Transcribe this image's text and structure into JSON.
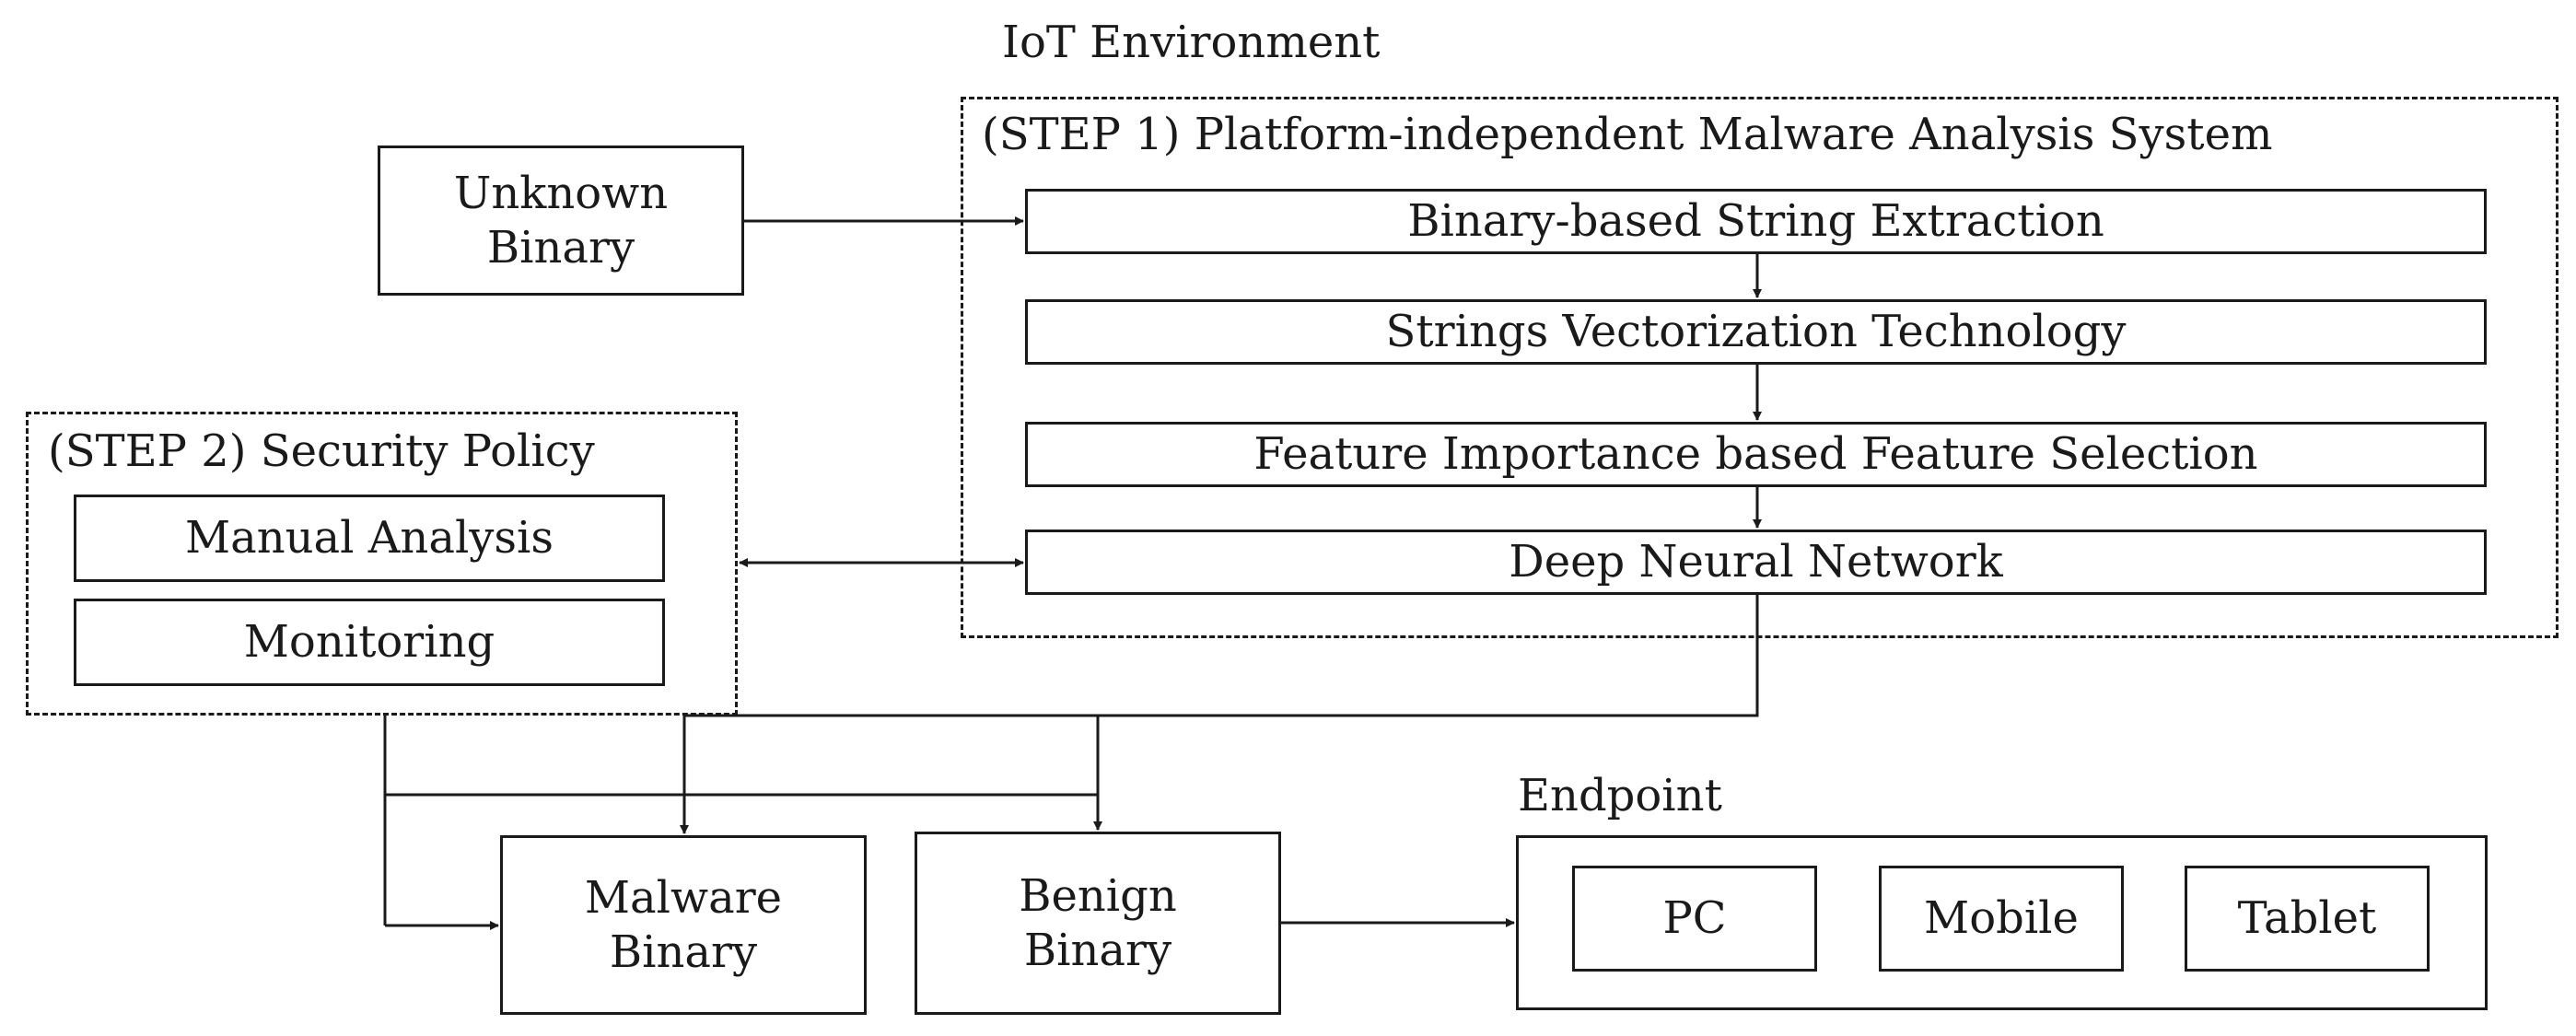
{
  "iot_label": "IoT Environment",
  "step1": {
    "title": "(STEP 1) Platform-independent Malware Analysis System",
    "boxes": [
      "Binary-based String Extraction",
      "Strings Vectorization Technology",
      "Feature Importance based Feature Selection",
      "Deep Neural Network"
    ]
  },
  "step2": {
    "title": "(STEP 2) Security Policy",
    "boxes": [
      "Manual Analysis",
      "Monitoring"
    ]
  },
  "unknown_binary": {
    "line1": "Unknown",
    "line2": "Binary"
  },
  "malware_binary": {
    "line1": "Malware",
    "line2": "Binary"
  },
  "benign_binary": {
    "line1": "Benign",
    "line2": "Binary"
  },
  "endpoint": {
    "title": "Endpoint",
    "devices": [
      "PC",
      "Mobile",
      "Tablet"
    ]
  },
  "line_color": "#1a1a1a"
}
